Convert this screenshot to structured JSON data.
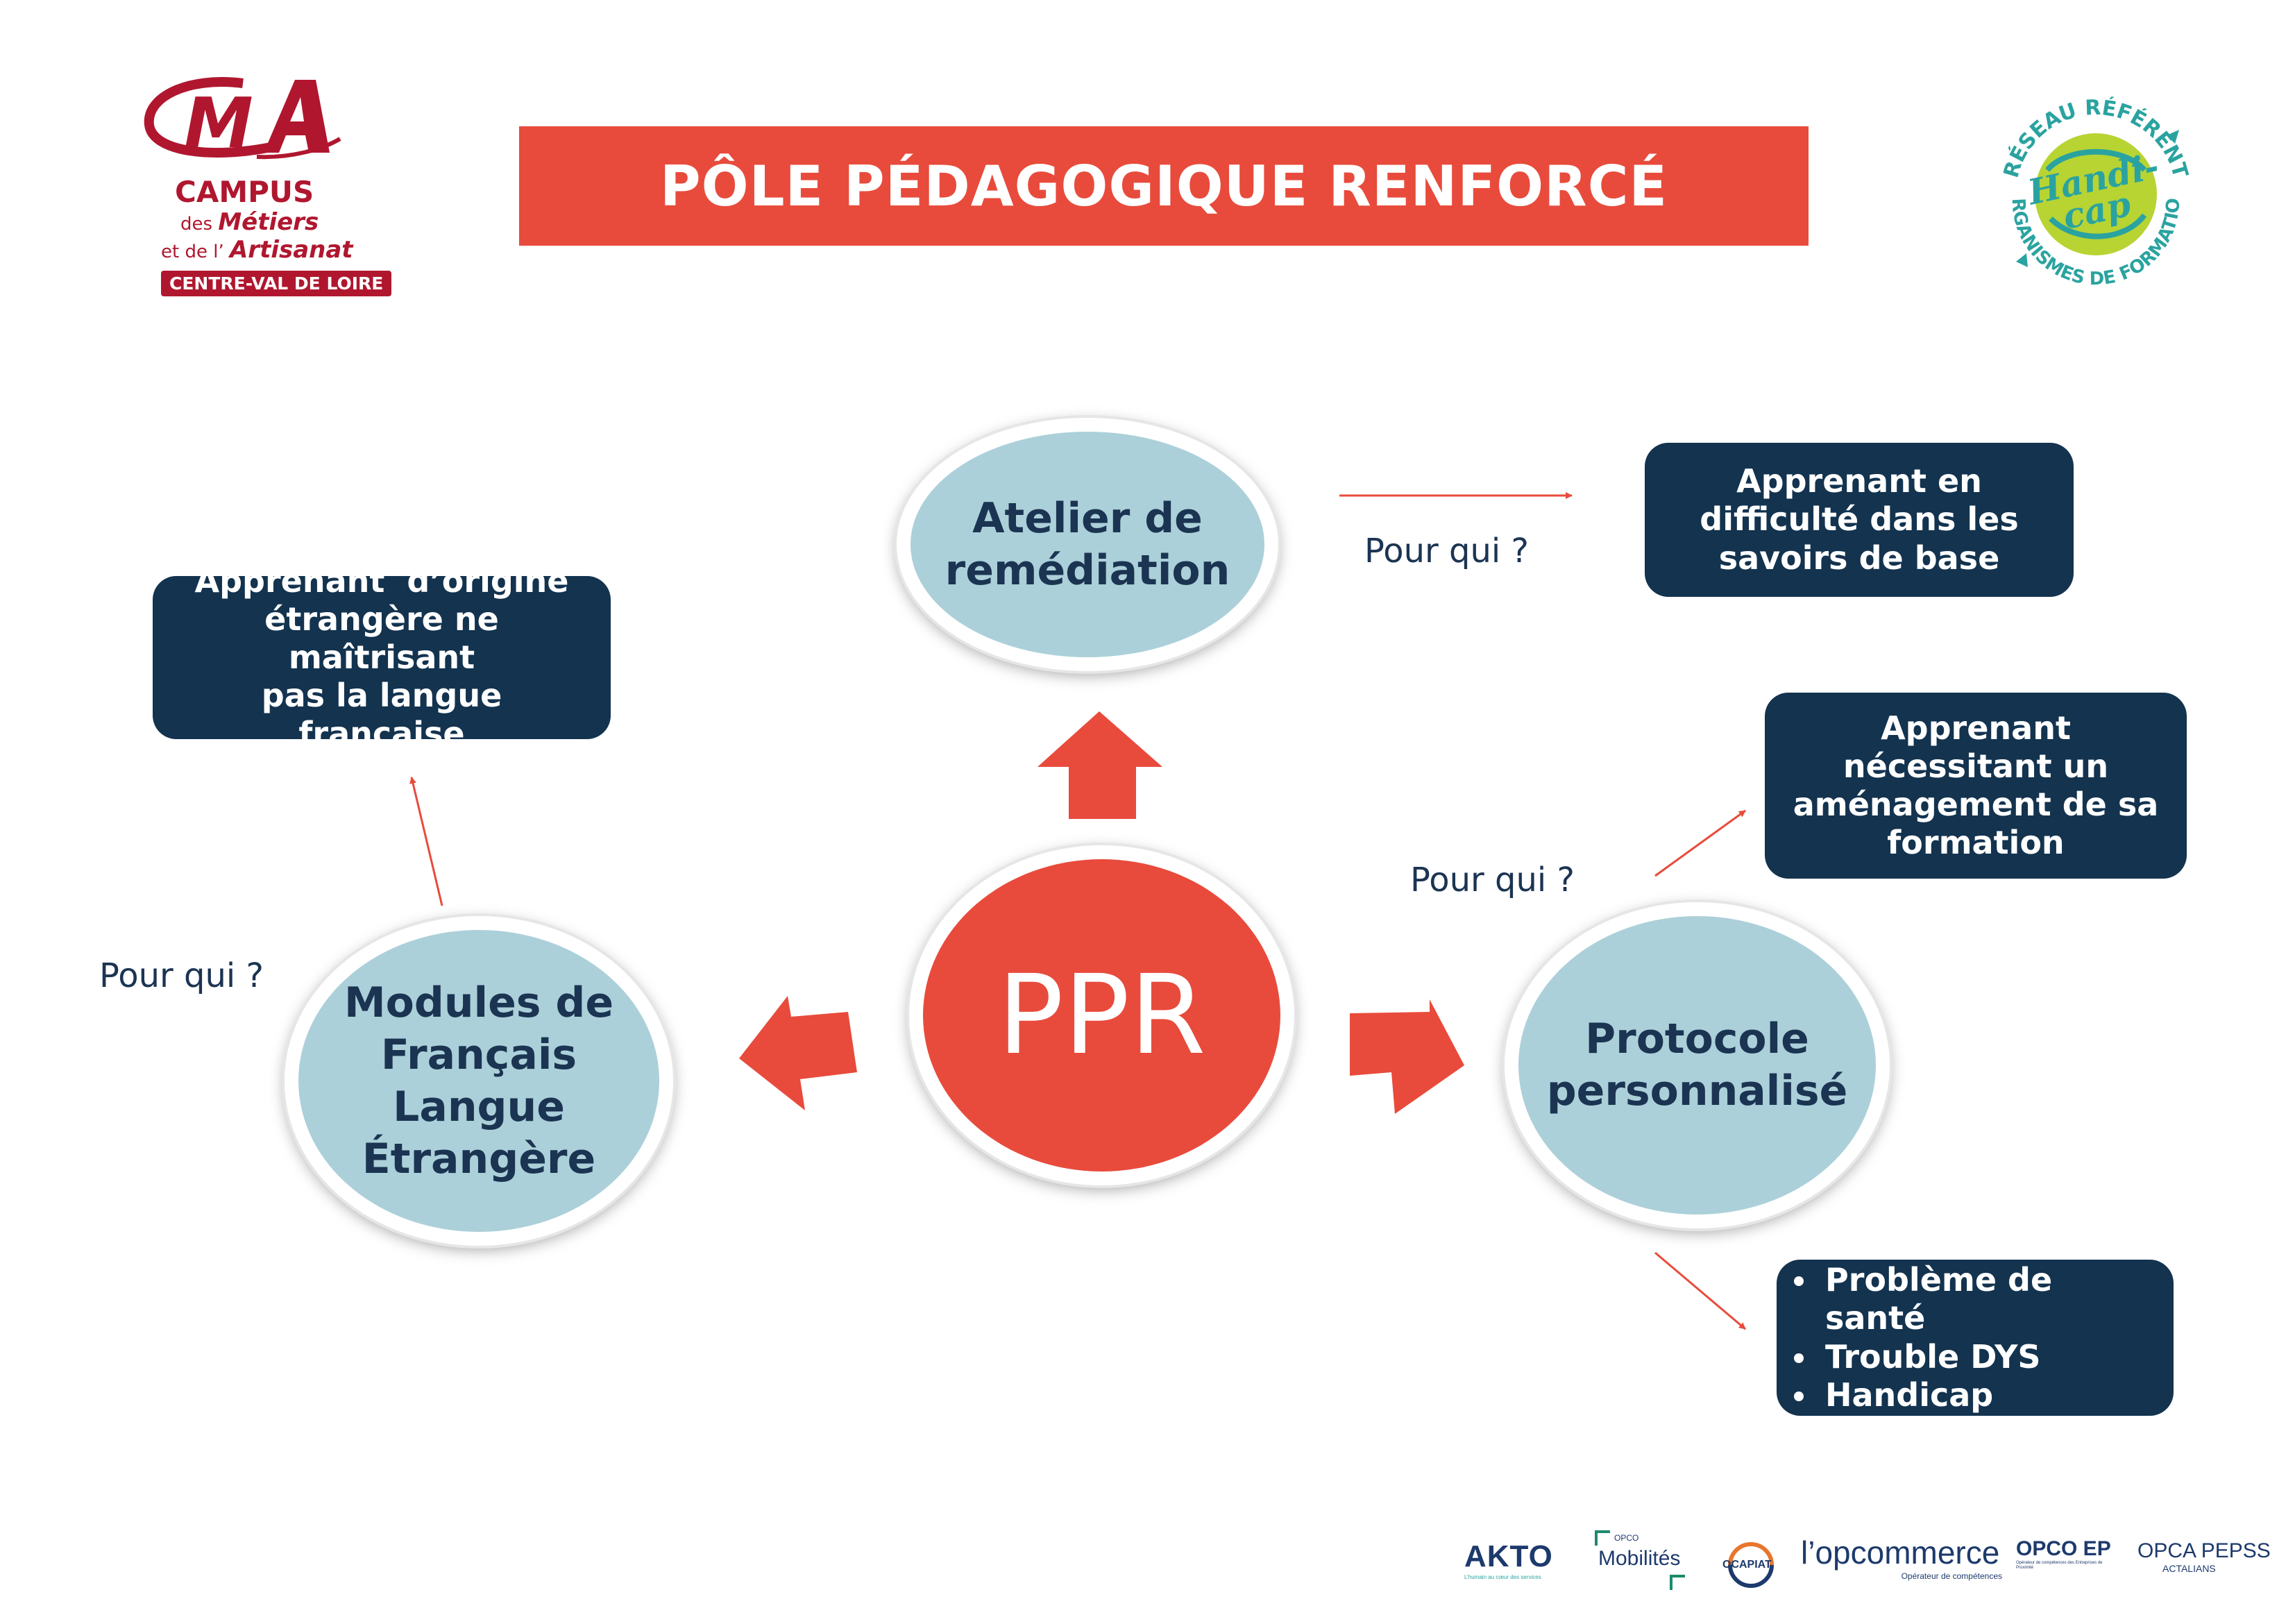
{
  "title": "PÔLE PÉDAGOGIQUE RENFORCÉ",
  "cma_logo": {
    "mark": "CMA",
    "campus": "CAMPUS",
    "line1_small": "des",
    "line1_bold": "Métiers",
    "line2_small": "et de l’",
    "line2_bold": "Artisanat",
    "region": "CENTRE-VAL DE LOIRE"
  },
  "handicap_logo": {
    "top_text": "RÉSEAU RÉFÉRENT",
    "center_line1": "Handi-",
    "center_line2": "cap",
    "bottom_text": "ORGANISMES DE FORMATION"
  },
  "center_node": "PPR",
  "nodes": {
    "atelier": {
      "line1": "Atelier de",
      "line2": "remédiation"
    },
    "fle": {
      "line1": "Modules de",
      "line2": "Français",
      "line3": "Langue",
      "line4": "Étrangère"
    },
    "protocole": {
      "line1": "Protocole",
      "line2": "personnalisé"
    }
  },
  "pour_qui_label": "Pour qui ?",
  "boxes": {
    "atelier_target": {
      "line1": "Apprenant en",
      "line2": "difficulté dans les",
      "line3": "savoirs de base"
    },
    "fle_target": {
      "line1": "Apprenant  d’origine",
      "line2": "étrangère ne maîtrisant",
      "line3": "pas la langue française"
    },
    "protocole_target": {
      "line1": "Apprenant",
      "line2": "nécessitant un",
      "line3": "aménagement de sa",
      "line4": "formation"
    },
    "protocole_conditions": [
      "Problème de santé",
      "Trouble DYS",
      "Handicap"
    ]
  },
  "partners": {
    "akto": "AKTO",
    "akto_sub": "L’humain au cœur des services",
    "mobilites_small": "OPCO",
    "mobilites": "Mobilités",
    "ocapiat": "OCAPIAT",
    "opcommerce": "l’opcommerce",
    "opcommerce_sub": "Opérateur de compétences",
    "opcoep": "OPCO EP",
    "opcoep_sub": "Opérateur de compétences des Entreprises de Proximité",
    "opca_pepss": "OPCA PEPSS",
    "actalians": "ACTALIANS"
  },
  "colors": {
    "accent_red": "#e84b3c",
    "navy": "#13334f",
    "light_blue": "#acd0d9",
    "brand_cma": "#b0172f",
    "handicap_green": "#b7d433",
    "teal": "#2aa3a0"
  }
}
